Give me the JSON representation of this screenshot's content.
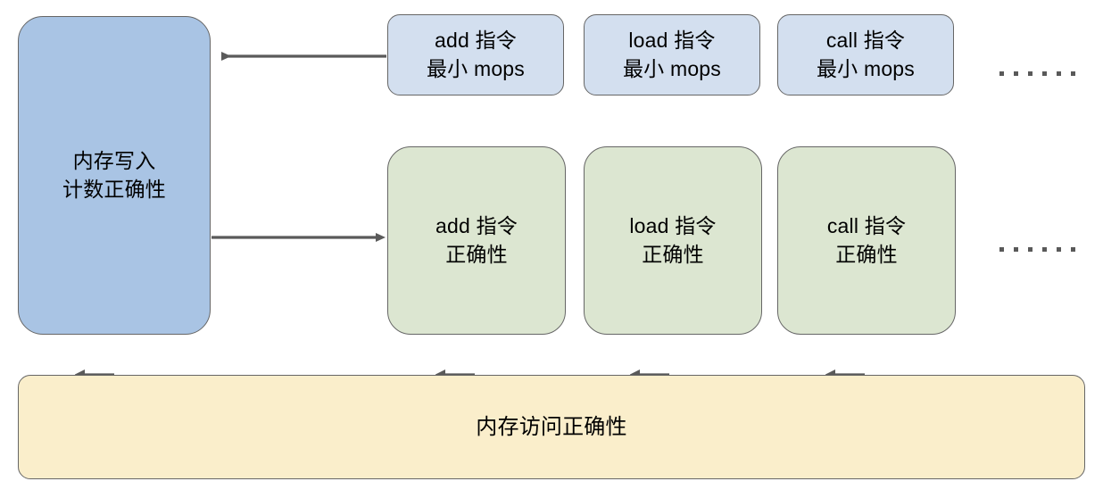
{
  "diagram": {
    "title_node": {
      "id": "memory-write-count-correctness",
      "label": "内存写入\n计数正确性",
      "color": "#a9c4e4"
    },
    "foundation": {
      "id": "memory-access-correctness",
      "label": "内存访问正确性",
      "color": "#faeecb"
    },
    "mops_row": {
      "color": "#d3dfef",
      "items": [
        {
          "id": "add-min-mops",
          "label": "add 指令\n最小 mops"
        },
        {
          "id": "load-min-mops",
          "label": "load 指令\n最小 mops"
        },
        {
          "id": "call-min-mops",
          "label": "call 指令\n最小 mops"
        }
      ],
      "ellipsis": "……"
    },
    "correctness_row": {
      "color": "#dce6d1",
      "items": [
        {
          "id": "add-correctness",
          "label": "add 指令\n正确性"
        },
        {
          "id": "load-correctness",
          "label": "load 指令\n正确性"
        },
        {
          "id": "call-correctness",
          "label": "call 指令\n正确性"
        }
      ],
      "ellipsis": "……"
    },
    "edges": [
      {
        "id": "add-mops-to-memwrite",
        "direction": "left"
      },
      {
        "id": "memwrite-to-add-correctness",
        "direction": "right"
      },
      {
        "id": "access-to-memwrite",
        "direction": "up"
      },
      {
        "id": "access-to-add-correctness",
        "direction": "up"
      },
      {
        "id": "access-to-load-correctness",
        "direction": "up"
      },
      {
        "id": "access-to-call-correctness",
        "direction": "up"
      }
    ],
    "stroke_color": "#666666"
  }
}
